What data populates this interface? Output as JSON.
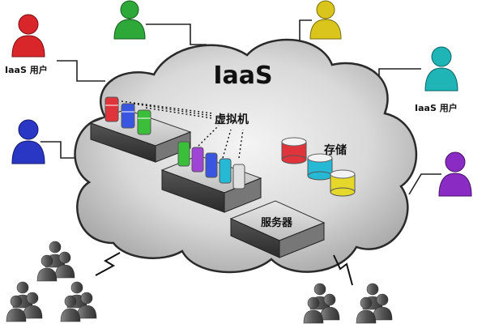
{
  "cloud": {
    "title": "IaaS"
  },
  "labels": {
    "vm": "虚拟机",
    "storage": "存储",
    "server": "服务器",
    "user_left": "IaaS 用户",
    "user_right": "IaaS 用户"
  },
  "users": [
    {
      "id": "red",
      "color": "#d8262b"
    },
    {
      "id": "green",
      "color": "#2fa83a"
    },
    {
      "id": "yellow",
      "color": "#d9c51c"
    },
    {
      "id": "cyan",
      "color": "#1fb5b7"
    },
    {
      "id": "blue",
      "color": "#2a36c4"
    },
    {
      "id": "purple",
      "color": "#8a2bc4"
    }
  ],
  "colors": {
    "cloud_fill": "#d4d4d4",
    "cloud_edge": "#333333",
    "disk_red": "#e0343c",
    "disk_blue": "#3a56e0",
    "disk_green": "#3bbf3b",
    "disk_purple": "#a044d8",
    "disk_cyan": "#26b9d6",
    "disk_yellow": "#e6d82a"
  }
}
